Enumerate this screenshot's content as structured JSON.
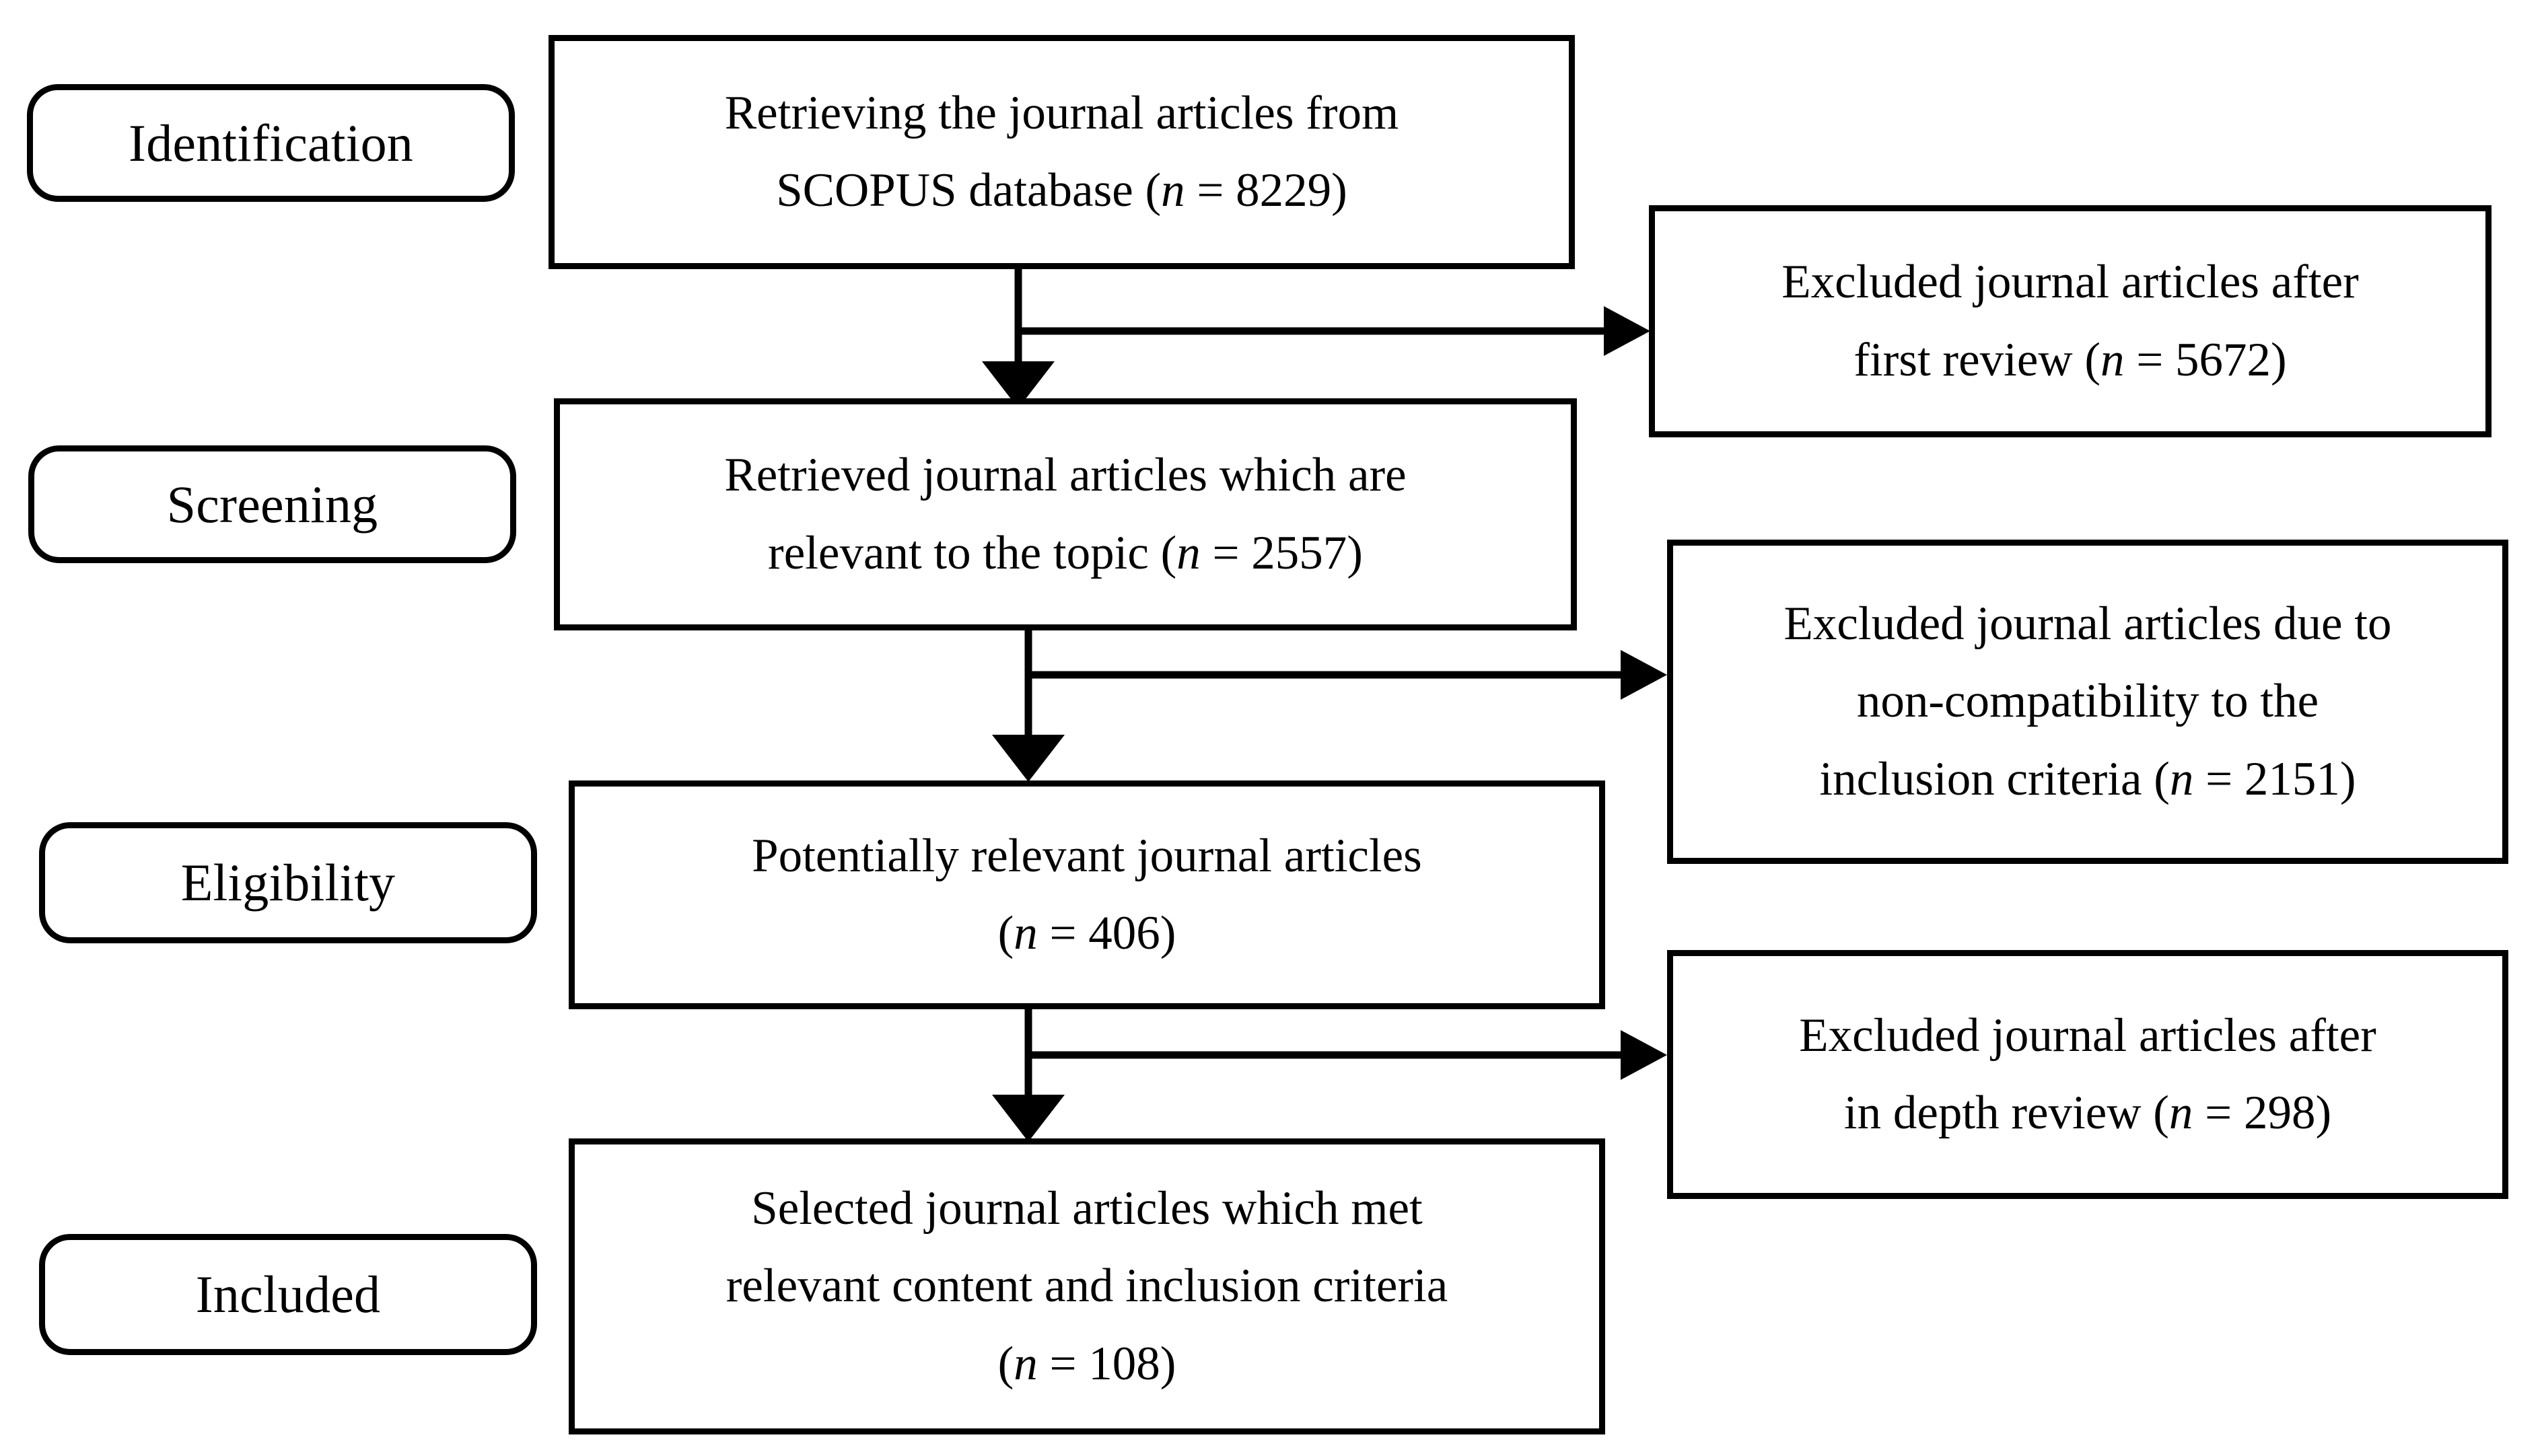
{
  "diagram": {
    "type": "prisma-flow-diagram",
    "title": "PRISMA article selection flow",
    "background_color": "#ffffff",
    "stroke_color": "#000000"
  },
  "stages": [
    {
      "id": "identification",
      "label": "Identification"
    },
    {
      "id": "screening",
      "label": "Screening"
    },
    {
      "id": "eligibility",
      "label": "Eligibility"
    },
    {
      "id": "included",
      "label": "Included"
    }
  ],
  "flow_boxes": [
    {
      "id": "retrieved-scopus",
      "stage": "identification",
      "lines": [
        {
          "text": "Retrieving the journal articles from"
        },
        {
          "prefix": "SCOPUS database (",
          "italic": "n",
          "suffix": " = 8229)"
        }
      ],
      "n": 8229
    },
    {
      "id": "relevant-topic",
      "stage": "screening",
      "lines": [
        {
          "text": "Retrieved journal articles which are"
        },
        {
          "prefix": "relevant to the topic (",
          "italic": "n",
          "suffix": " = 2557)"
        }
      ],
      "n": 2557
    },
    {
      "id": "potentially-relevant",
      "stage": "eligibility",
      "lines": [
        {
          "text": "Potentially relevant journal articles"
        },
        {
          "prefix": "(",
          "italic": "n",
          "suffix": " = 406)"
        }
      ],
      "n": 406
    },
    {
      "id": "selected-final",
      "stage": "included",
      "lines": [
        {
          "text": "Selected journal articles which met"
        },
        {
          "text": "relevant content and inclusion criteria"
        },
        {
          "prefix": "(",
          "italic": "n",
          "suffix": " = 108)"
        }
      ],
      "n": 108
    }
  ],
  "exclusion_boxes": [
    {
      "id": "excluded-first-review",
      "lines": [
        {
          "text": "Excluded journal articles after"
        },
        {
          "prefix": "first review (",
          "italic": "n",
          "suffix": " = 5672)"
        }
      ],
      "n": 5672
    },
    {
      "id": "excluded-non-compatible",
      "lines": [
        {
          "text": "Excluded journal articles due to"
        },
        {
          "text": "non-compatibility to the"
        },
        {
          "prefix": "inclusion criteria (",
          "italic": "n",
          "suffix": " = 2151)"
        }
      ],
      "n": 2151
    },
    {
      "id": "excluded-in-depth",
      "lines": [
        {
          "text": "Excluded journal articles after"
        },
        {
          "prefix": "in depth review (",
          "italic": "n",
          "suffix": " = 298)"
        }
      ],
      "n": 298
    }
  ],
  "arrows": [
    {
      "id": "arrow-down-1",
      "direction": "down",
      "from": "retrieved-scopus",
      "to": "relevant-topic"
    },
    {
      "id": "arrow-right-1",
      "direction": "right",
      "from": "retrieved-scopus",
      "to": "excluded-first-review"
    },
    {
      "id": "arrow-down-2",
      "direction": "down",
      "from": "relevant-topic",
      "to": "potentially-relevant"
    },
    {
      "id": "arrow-right-2",
      "direction": "right",
      "from": "relevant-topic",
      "to": "excluded-non-compatible"
    },
    {
      "id": "arrow-down-3",
      "direction": "down",
      "from": "potentially-relevant",
      "to": "selected-final"
    },
    {
      "id": "arrow-right-3",
      "direction": "right",
      "from": "potentially-relevant",
      "to": "excluded-in-depth"
    }
  ]
}
